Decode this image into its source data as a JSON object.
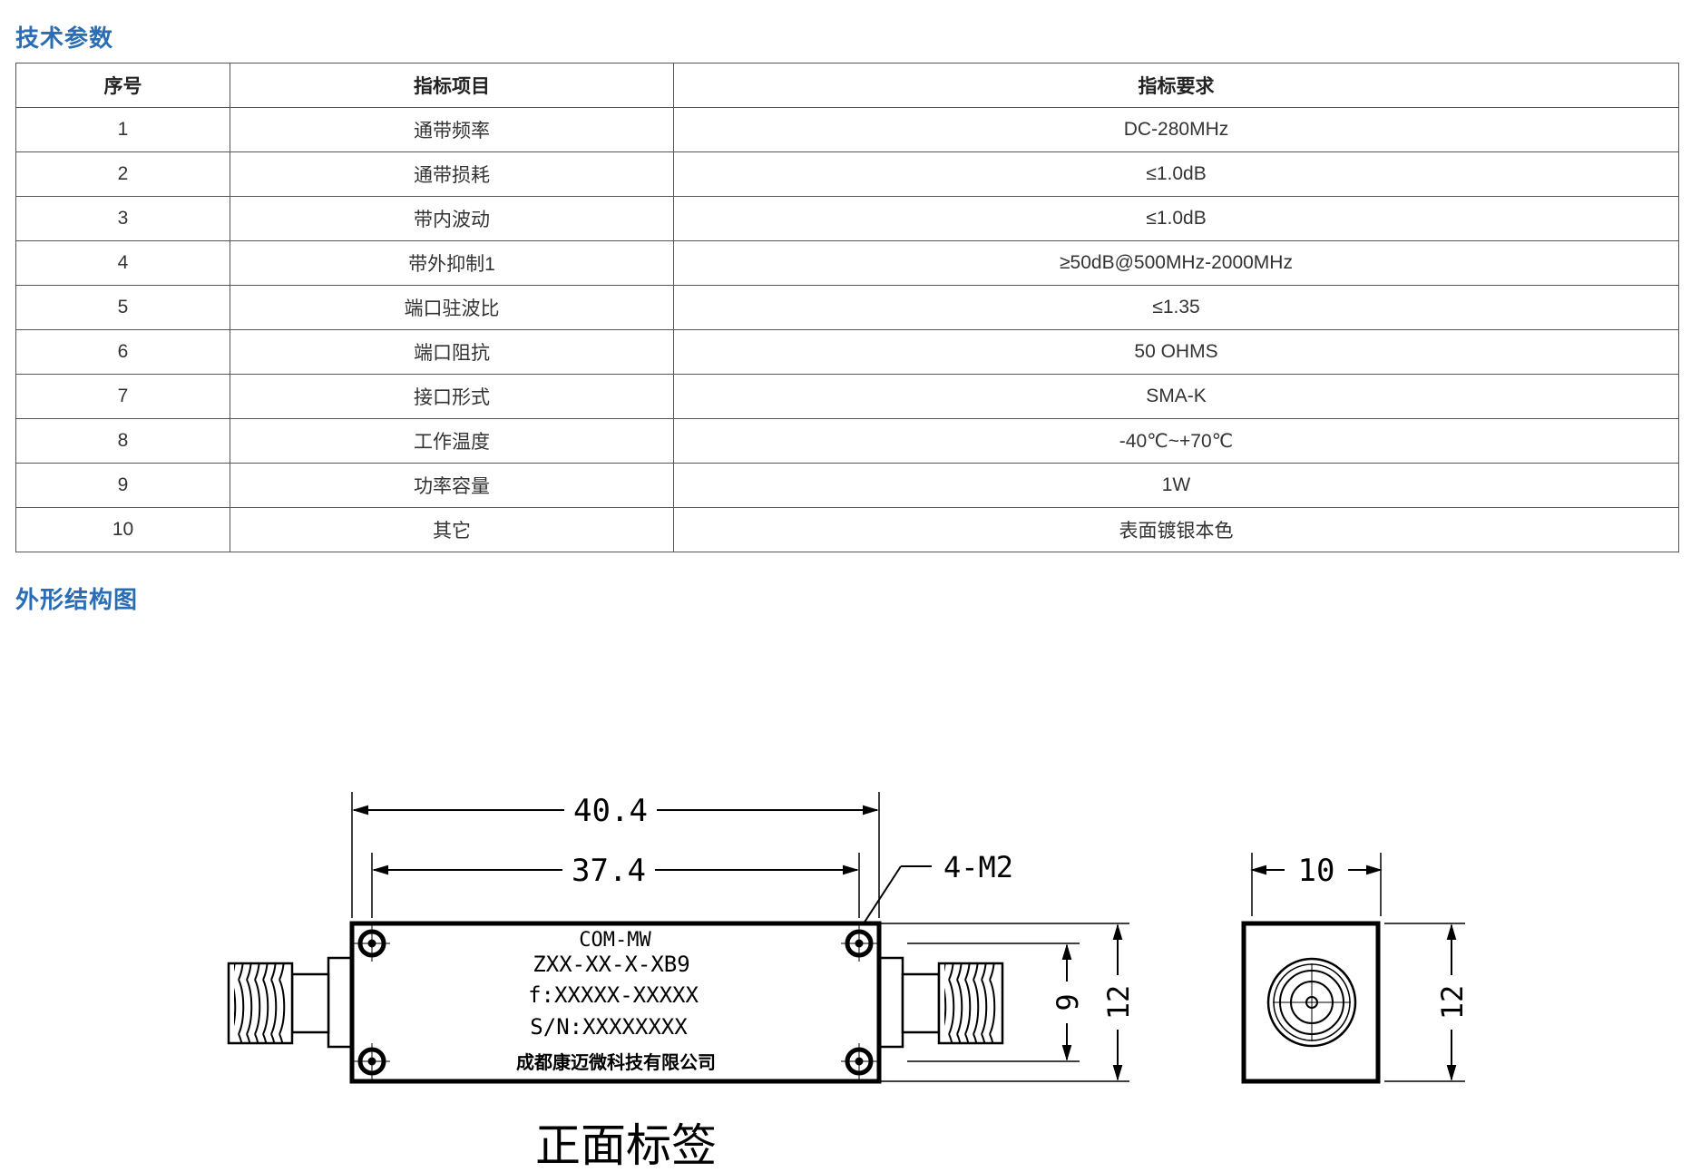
{
  "sections": {
    "specs_title": "技术参数",
    "drawing_title": "外形结构图"
  },
  "table": {
    "headers": [
      "序号",
      "指标项目",
      "指标要求"
    ],
    "rows": [
      [
        "1",
        "通带频率",
        "DC-280MHz"
      ],
      [
        "2",
        "通带损耗",
        "≤1.0dB"
      ],
      [
        "3",
        "带内波动",
        "≤1.0dB"
      ],
      [
        "4",
        "带外抑制1",
        "≥50dB@500MHz-2000MHz"
      ],
      [
        "5",
        "端口驻波比",
        "≤1.35"
      ],
      [
        "6",
        "端口阻抗",
        "50 OHMS"
      ],
      [
        "7",
        "接口形式",
        "SMA-K"
      ],
      [
        "8",
        "工作温度",
        "-40℃~+70℃"
      ],
      [
        "9",
        "功率容量",
        "1W"
      ],
      [
        "10",
        "其它",
        "表面镀银本色"
      ]
    ]
  },
  "drawing": {
    "dim_overall_length": "40.4",
    "dim_hole_spacing": "37.4",
    "dim_holes": "4-M2",
    "dim_width_side": "10",
    "dim_connector": "9",
    "dim_height_front": "12",
    "dim_height_side": "12",
    "label_brand": "COM-MW",
    "label_model": "ZXX-XX-X-XB9",
    "label_freq": "f:XXXXX-XXXXX",
    "label_sn": "S/N:XXXXXXXX",
    "label_company": "成都康迈微科技有限公司",
    "caption": "正面标签"
  }
}
